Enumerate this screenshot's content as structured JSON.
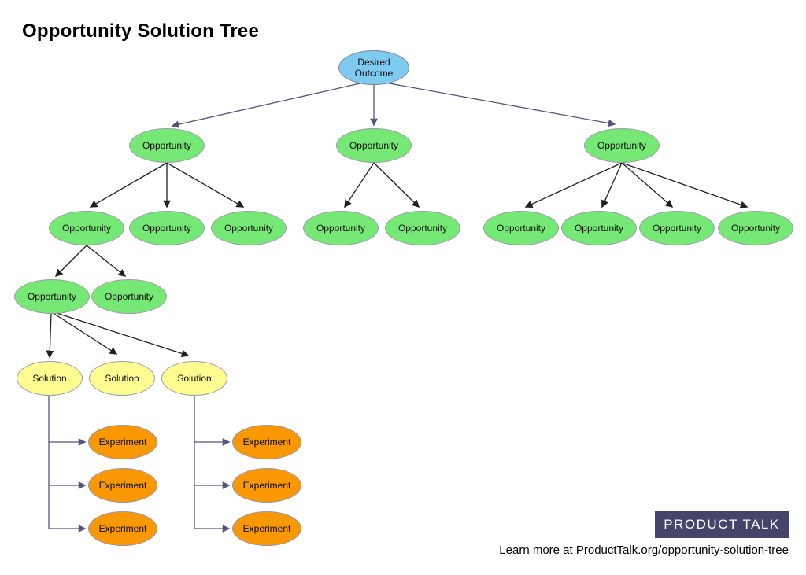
{
  "page": {
    "title": "Opportunity Solution Tree"
  },
  "labels": {
    "outcome": "Desired Outcome",
    "opportunity": "Opportunity",
    "solution": "Solution",
    "experiment": "Experiment"
  },
  "footer": {
    "badge": "PRODUCT TALK",
    "learn_more": "Learn more at ProductTalk.org/opportunity-solution-tree"
  },
  "colors": {
    "outcome_fill": "#7fcbf0",
    "opportunity_fill": "#76e876",
    "solution_fill": "#fefb91",
    "experiment_fill": "#fa9804",
    "node_stroke": "#9c9ca8",
    "edge_slate": "#54547e",
    "edge_black": "#202020",
    "badge_bg": "#45456b",
    "badge_text": "#ffffff"
  },
  "tree": {
    "root": "desired-outcome",
    "nodes": [
      {
        "id": "desired-outcome",
        "type": "outcome",
        "children": [
          "opportunity-1",
          "opportunity-2",
          "opportunity-3"
        ]
      },
      {
        "id": "opportunity-1",
        "type": "opportunity",
        "children": [
          "opportunity-1-1",
          "opportunity-1-2",
          "opportunity-1-3"
        ]
      },
      {
        "id": "opportunity-2",
        "type": "opportunity",
        "children": [
          "opportunity-2-1",
          "opportunity-2-2"
        ]
      },
      {
        "id": "opportunity-3",
        "type": "opportunity",
        "children": [
          "opportunity-3-1",
          "opportunity-3-2",
          "opportunity-3-3",
          "opportunity-3-4"
        ]
      },
      {
        "id": "opportunity-1-1",
        "type": "opportunity",
        "children": [
          "opportunity-1-1-1",
          "opportunity-1-1-2"
        ]
      },
      {
        "id": "opportunity-1-2",
        "type": "opportunity",
        "children": []
      },
      {
        "id": "opportunity-1-3",
        "type": "opportunity",
        "children": []
      },
      {
        "id": "opportunity-2-1",
        "type": "opportunity",
        "children": []
      },
      {
        "id": "opportunity-2-2",
        "type": "opportunity",
        "children": []
      },
      {
        "id": "opportunity-3-1",
        "type": "opportunity",
        "children": []
      },
      {
        "id": "opportunity-3-2",
        "type": "opportunity",
        "children": []
      },
      {
        "id": "opportunity-3-3",
        "type": "opportunity",
        "children": []
      },
      {
        "id": "opportunity-3-4",
        "type": "opportunity",
        "children": []
      },
      {
        "id": "opportunity-1-1-1",
        "type": "opportunity",
        "children": [
          "solution-1",
          "solution-2",
          "solution-3"
        ]
      },
      {
        "id": "opportunity-1-1-2",
        "type": "opportunity",
        "children": []
      },
      {
        "id": "solution-1",
        "type": "solution",
        "children": [
          "experiment-1-1",
          "experiment-1-2",
          "experiment-1-3"
        ]
      },
      {
        "id": "solution-2",
        "type": "solution",
        "children": []
      },
      {
        "id": "solution-3",
        "type": "solution",
        "children": [
          "experiment-3-1",
          "experiment-3-2",
          "experiment-3-3"
        ]
      },
      {
        "id": "experiment-1-1",
        "type": "experiment",
        "children": []
      },
      {
        "id": "experiment-1-2",
        "type": "experiment",
        "children": []
      },
      {
        "id": "experiment-1-3",
        "type": "experiment",
        "children": []
      },
      {
        "id": "experiment-3-1",
        "type": "experiment",
        "children": []
      },
      {
        "id": "experiment-3-2",
        "type": "experiment",
        "children": []
      },
      {
        "id": "experiment-3-3",
        "type": "experiment",
        "children": []
      }
    ]
  }
}
